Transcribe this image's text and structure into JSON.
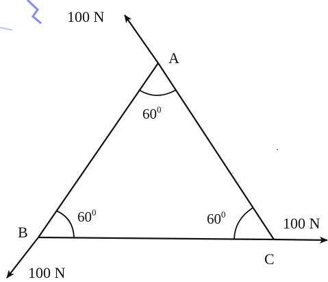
{
  "diagram": {
    "vertices": {
      "a": "A",
      "b": "B",
      "c": "C"
    },
    "angles": {
      "a": {
        "value": "60",
        "sup": "0"
      },
      "b": {
        "value": "60",
        "sup": "0"
      },
      "c": {
        "value": "60",
        "sup": "0"
      }
    },
    "forces": {
      "at_a": "100 N",
      "at_b": "100 N",
      "at_c": "100 N"
    },
    "colors": {
      "ink": "#111111",
      "watermark": "#1a2bff"
    }
  }
}
